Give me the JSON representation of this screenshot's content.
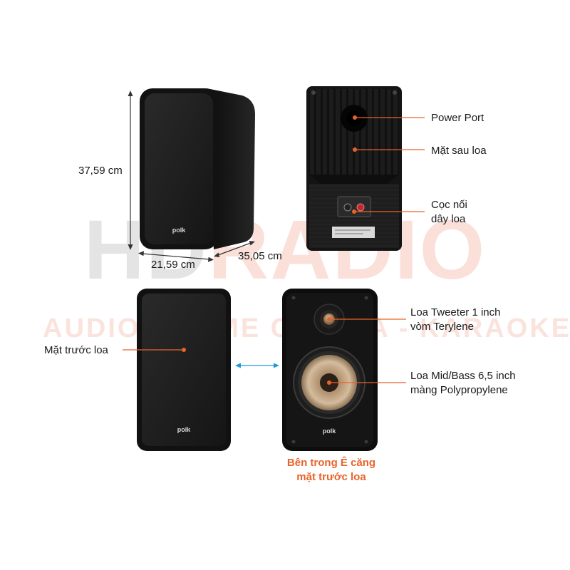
{
  "watermark": {
    "brand_a": "HD",
    "brand_b": "RADIO",
    "tagline": "AUDIO - HOME CINEMA - KARAOKE"
  },
  "dimensions": {
    "height": "37,59 cm",
    "width": "21,59 cm",
    "depth": "35,05 cm"
  },
  "callouts": {
    "power_port": "Power Port",
    "rear": "Mặt sau loa",
    "terminal_line1": "Cọc nối",
    "terminal_line2": "dây loa",
    "front_grille": "Mặt trước loa",
    "tweeter_line1": "Loa Tweeter 1 inch",
    "tweeter_line2": "vòm Terylene",
    "woofer_line1": "Loa Mid/Bass 6,5 inch",
    "woofer_line2": "màng Polypropylene"
  },
  "caption": {
    "line1": "Bên trong Ê căng",
    "line2": "mặt trước loa"
  },
  "logo_text": "polk",
  "colors": {
    "accent": "#e8632b",
    "cabinet": "#161616",
    "arrow_blue": "#1e9ad6",
    "dim_line": "#333333"
  }
}
